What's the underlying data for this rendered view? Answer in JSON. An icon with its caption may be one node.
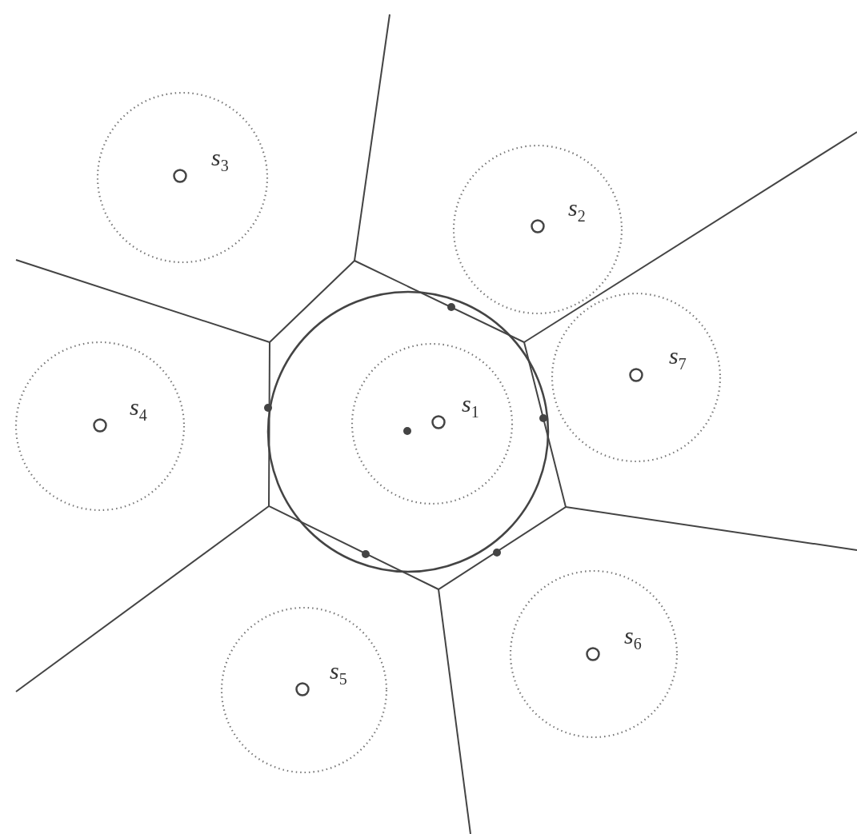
{
  "diagram": {
    "labels": [
      "s$_{3}$",
      "s$_{2}$",
      "s$_{7}$",
      "s$_{1}$",
      "s$_{4}$",
      "s$_{6}$",
      "s$_{5}$"
    ]
  }
}
